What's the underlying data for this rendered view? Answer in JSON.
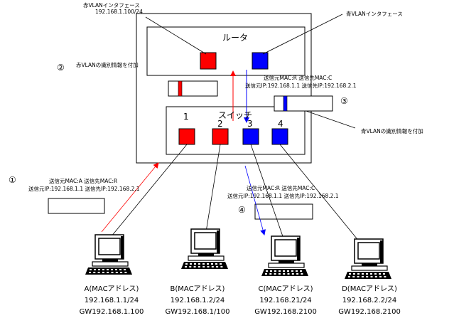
{
  "labels": {
    "red_vlan_if": "赤VLANインタフェース",
    "red_vlan_ip": "192.168.1.100/24",
    "blue_vlan_if": "青VLANインタフェース",
    "router": "ルータ",
    "switch": "スイッチ",
    "ports": [
      "1",
      "2",
      "3",
      "4"
    ],
    "circled": [
      "①",
      "②",
      "③",
      "④"
    ],
    "add_red_tag": "赤VLANの識別情報を付加",
    "add_blue_tag": "青VLANの識別情報を付加"
  },
  "frames": {
    "frame1": {
      "mac": "送信元MAC:A 送信先MAC:R",
      "ip": "送信元IP:192.168.1.1 送信先IP:192.168.2.1"
    },
    "frame3": {
      "mac": "送信元MAC:R 送信先MAC:C",
      "ip": "送信元IP:192.168.1.1 送信先IP:192.168.2.1"
    },
    "frame4": {
      "mac": "送信元MAC:R 送信先MAC:C",
      "ip": "送信元IP:192.168.1.1 送信先IP:192.168.2.1"
    }
  },
  "hosts": [
    {
      "name": "A(MACアドレス)",
      "ip": "192.168.1.1/24",
      "gw": "GW192.168.1.100",
      "vlan": "red"
    },
    {
      "name": "B(MACアドレス)",
      "ip": "192.168.1.2/24",
      "gw": "GW192.168.1/100",
      "vlan": "red"
    },
    {
      "name": "C(MACアドレス)",
      "ip": "192.168.21/24",
      "gw": "GW192.168.2100",
      "vlan": "blue"
    },
    {
      "name": "D(MACアドレス)",
      "ip": "192.168.2.2/24",
      "gw": "GW192.168.2100",
      "vlan": "blue"
    }
  ],
  "colors": {
    "red": "#ff0000",
    "blue": "#0000ff",
    "line": "#000000"
  }
}
